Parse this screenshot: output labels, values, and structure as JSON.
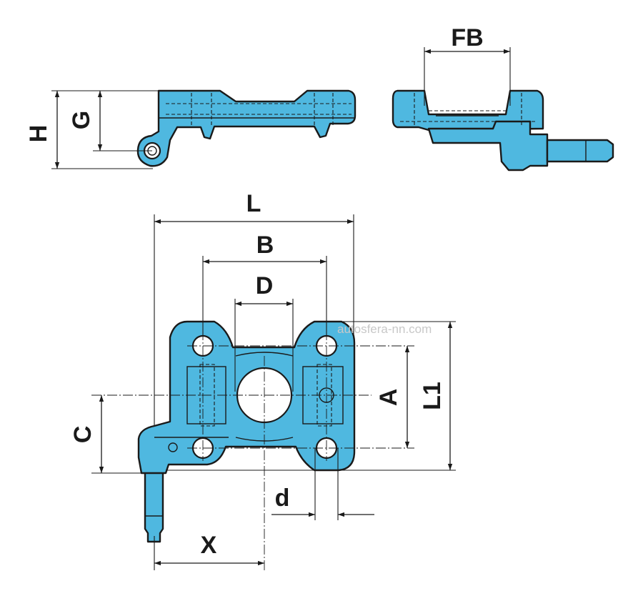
{
  "labels": {
    "H": "H",
    "G": "G",
    "FB": "FB",
    "L": "L",
    "B": "B",
    "D": "D",
    "A": "A",
    "L1": "L1",
    "C": "C",
    "d": "d",
    "X": "X"
  },
  "watermark": "autosfera-nn.com",
  "colors": {
    "part_fill": "#4fb8e0",
    "outline": "#1a1a1a",
    "background": "#ffffff"
  }
}
